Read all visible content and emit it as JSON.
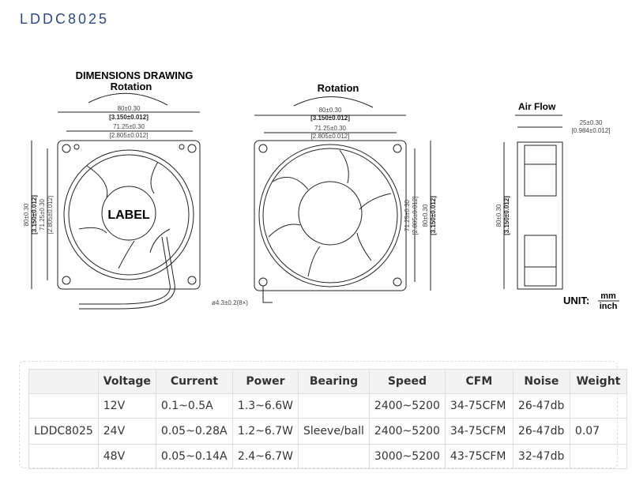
{
  "title": "LDDC8025",
  "drawing": {
    "heading": "DIMENSIONS DRAWING",
    "rotation_left": "Rotation",
    "rotation_mid": "Rotation",
    "air_flow": "Air Flow",
    "dim_80": "80±0.30",
    "dim_80_in": "[3.150±0.012]",
    "dim_71": "71.25±0.30",
    "dim_71_in": "[2.805±0.012]",
    "dim_25": "25±0.30",
    "dim_25_in": "[0.984±0.012]",
    "hole": "ø4.3±0.2(8×)",
    "label": "LABEL",
    "unit_label": "UNIT:",
    "unit_top": "mm",
    "unit_bottom": "inch"
  },
  "table": {
    "headers": [
      "",
      "Voltage",
      "Current",
      "Power",
      "Bearing",
      "Speed",
      "CFM",
      "Noise",
      "Weight"
    ],
    "rows": [
      [
        "",
        "12V",
        "0.1~0.5A",
        "1.3~6.6W",
        "",
        "2400~5200",
        "34-75CFM",
        "26-47db",
        ""
      ],
      [
        "LDDC8025",
        "24V",
        "0.05~0.28A",
        "1.2~6.7W",
        "Sleeve/ball",
        "2400~5200",
        "34-75CFM",
        "26-47db",
        "0.07"
      ],
      [
        "",
        "48V",
        "0.05~0.14A",
        "2.4~6.7W",
        "",
        "3000~5200",
        "43-75CFM",
        "32-47db",
        ""
      ]
    ]
  }
}
